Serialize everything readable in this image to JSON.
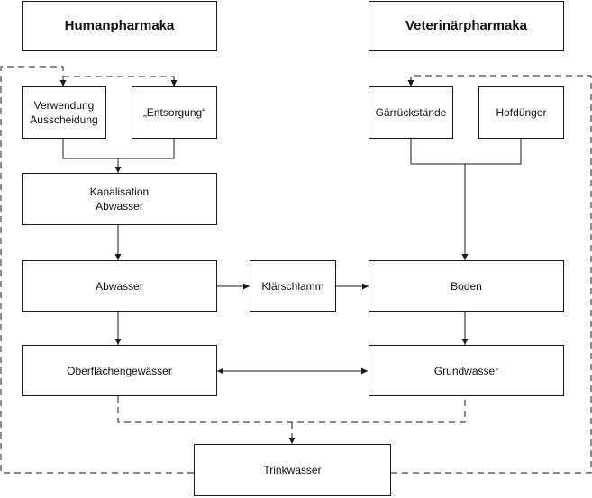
{
  "nodes": {
    "human": "Humanpharmaka",
    "vet": "Veterinärpharmaka",
    "verwendung": "Verwendung\nAusscheidung",
    "entsorgung": "„Entsorgung“",
    "gaer": "Gärrückstände",
    "hof": "Hofdünger",
    "kanal": "Kanalisation\nAbwasser",
    "abwasser": "Abwasser",
    "klaer": "Klärschlamm",
    "boden": "Boden",
    "ober": "Oberflächengewässer",
    "grund": "Grundwasser",
    "trink": "Trinkwasser"
  },
  "colors": {
    "line": "#1a1a1a",
    "background": "#ffffff"
  }
}
